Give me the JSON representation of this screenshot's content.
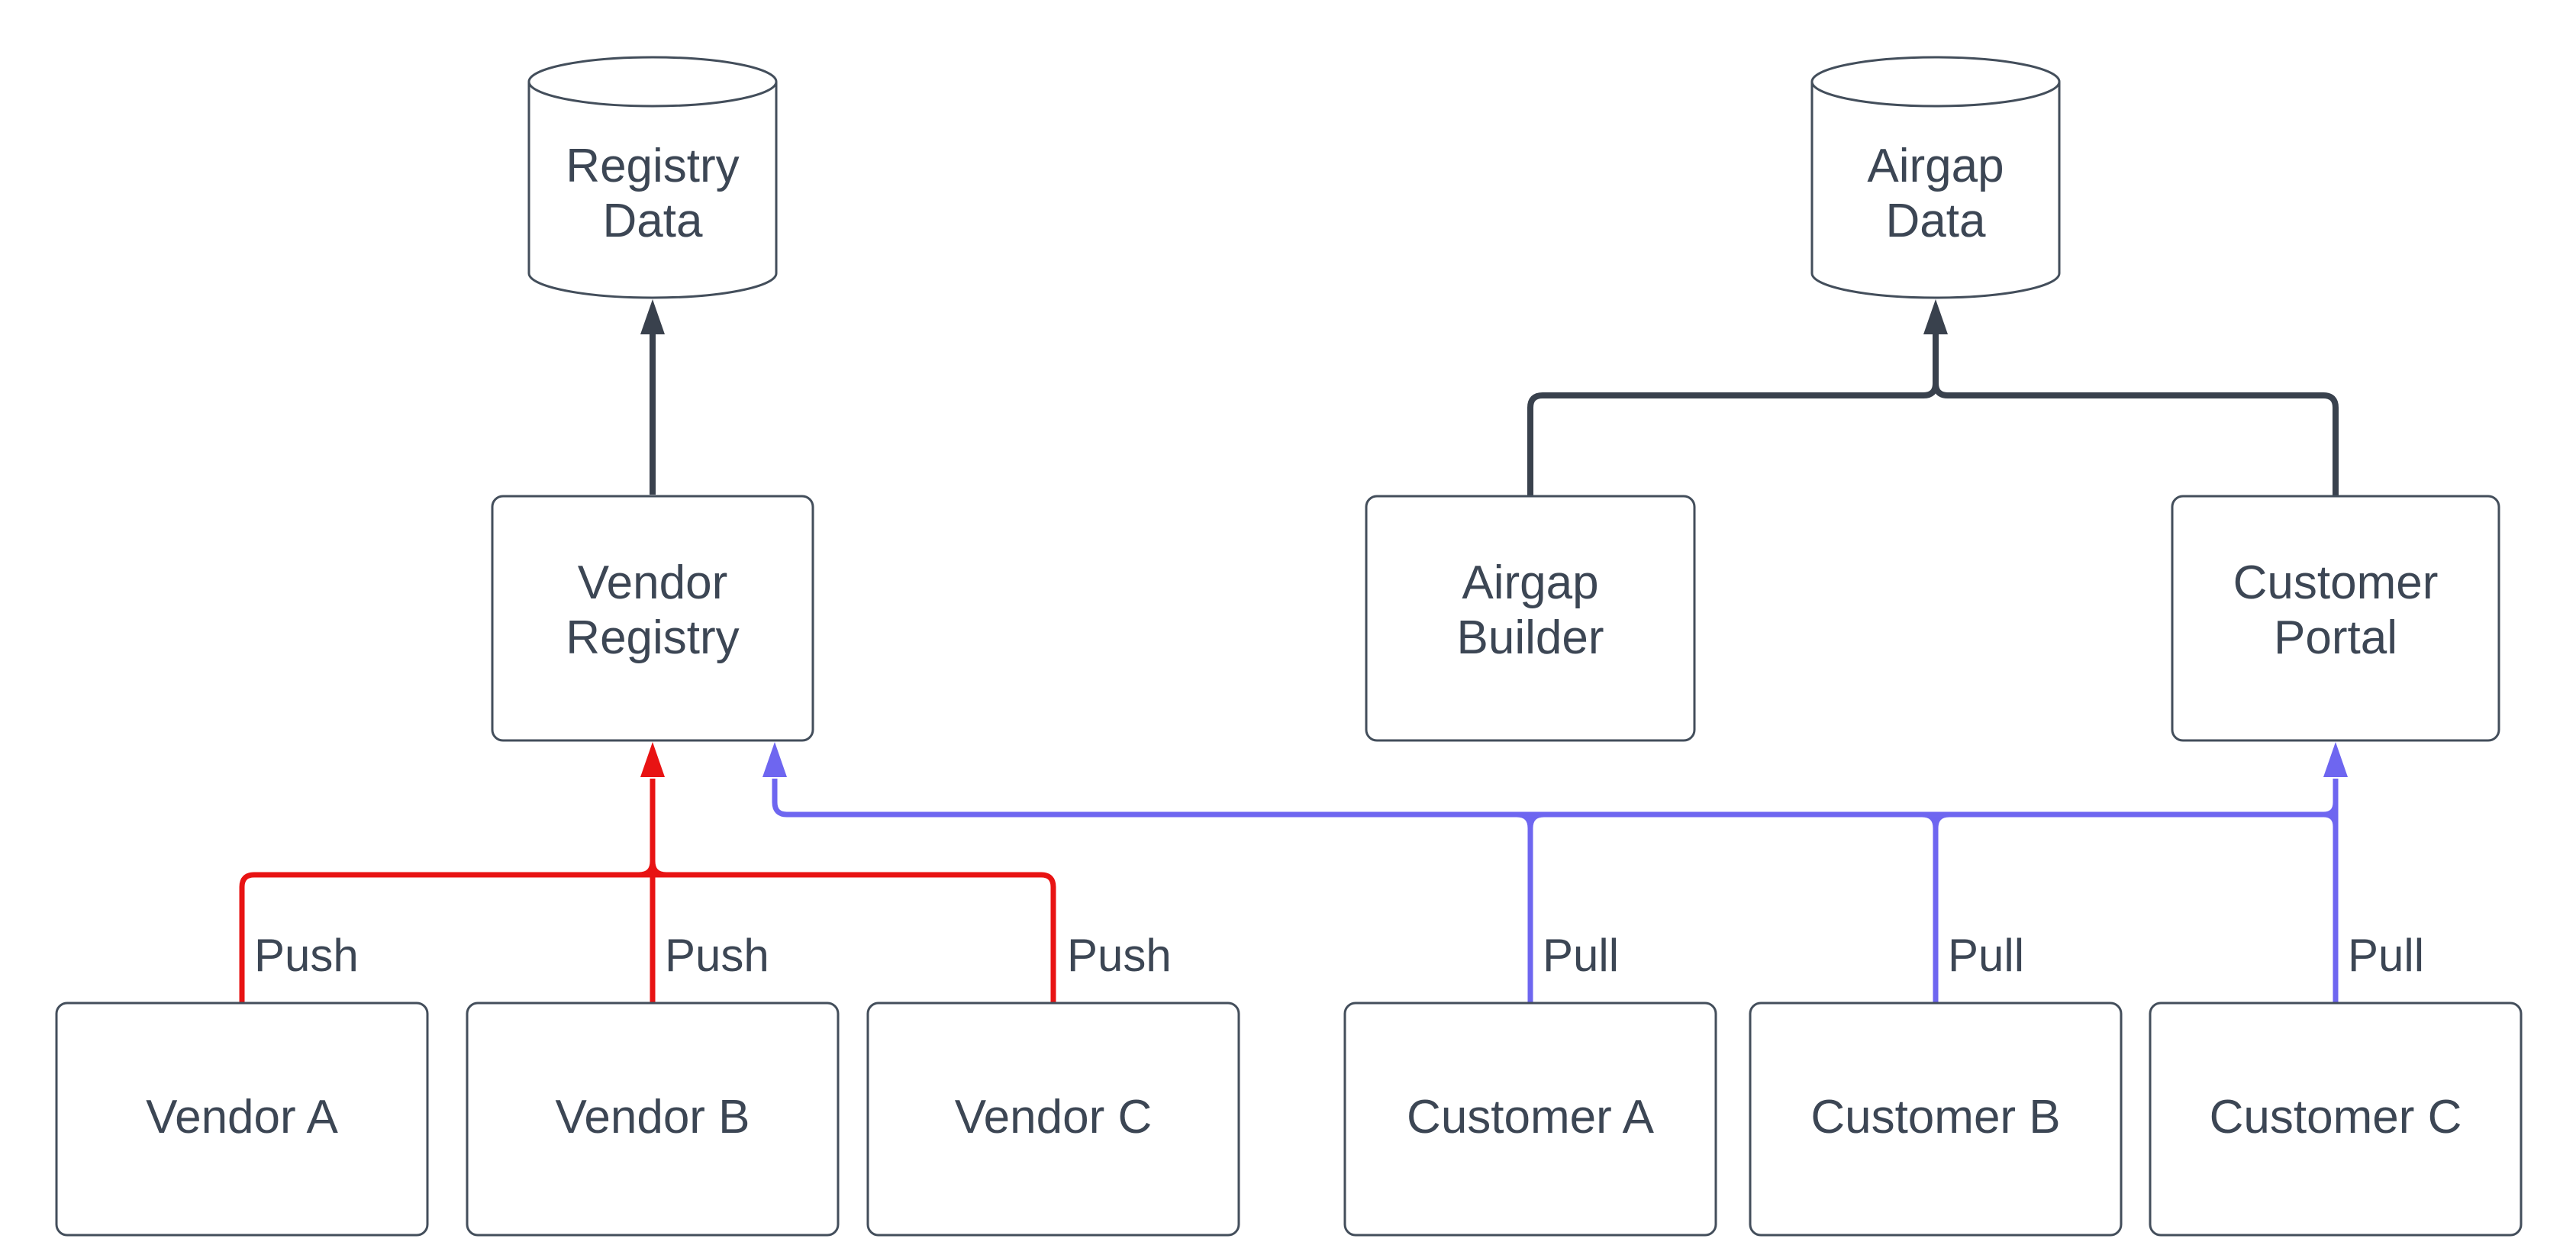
{
  "diagram": {
    "type": "flowchart",
    "background": "#ffffff",
    "colors": {
      "text": "#3c4654",
      "node_border": "#434e5b",
      "dark_edge": "#39414d",
      "push_edge": "#e81313",
      "pull_edge": "#6e66f0",
      "background": "#ffffff"
    },
    "datastores": [
      {
        "id": "registry-data",
        "label": "Registry Data",
        "lines": [
          "Registry",
          "Data"
        ]
      },
      {
        "id": "airgap-data",
        "label": "Airgap Data",
        "lines": [
          "Airgap",
          "Data"
        ]
      }
    ],
    "services": [
      {
        "id": "vendor-registry",
        "label": "Vendor Registry",
        "lines": [
          "Vendor",
          "Registry"
        ]
      },
      {
        "id": "airgap-builder",
        "label": "Airgap Builder",
        "lines": [
          "Airgap",
          "Builder"
        ]
      },
      {
        "id": "customer-portal",
        "label": "Customer Portal",
        "lines": [
          "Customer",
          "Portal"
        ]
      }
    ],
    "actors": [
      {
        "id": "vendor-a",
        "label": "Vendor A"
      },
      {
        "id": "vendor-b",
        "label": "Vendor B"
      },
      {
        "id": "vendor-c",
        "label": "Vendor C"
      },
      {
        "id": "customer-a",
        "label": "Customer A"
      },
      {
        "id": "customer-b",
        "label": "Customer B"
      },
      {
        "id": "customer-c",
        "label": "Customer C"
      }
    ],
    "edges": [
      {
        "from": "Vendor Registry",
        "to": "Registry Data",
        "label": "",
        "style": "dark"
      },
      {
        "from": "Airgap Builder",
        "to": "Airgap Data",
        "label": "",
        "style": "dark"
      },
      {
        "from": "Customer Portal",
        "to": "Airgap Data",
        "label": "",
        "style": "dark"
      },
      {
        "from": "Vendor A",
        "to": "Vendor Registry",
        "label": "Push",
        "style": "push"
      },
      {
        "from": "Vendor B",
        "to": "Vendor Registry",
        "label": "Push",
        "style": "push"
      },
      {
        "from": "Vendor C",
        "to": "Vendor Registry",
        "label": "Push",
        "style": "push"
      },
      {
        "from": "Customer A",
        "to": "Vendor Registry",
        "label": "Pull",
        "style": "pull"
      },
      {
        "from": "Customer B",
        "to": "Vendor Registry",
        "label": "Pull",
        "style": "pull"
      },
      {
        "from": "Customer C",
        "to": "Vendor Registry",
        "label": "Pull",
        "style": "pull"
      },
      {
        "from": "Customer C",
        "to": "Customer Portal",
        "label": "Pull",
        "style": "pull"
      }
    ]
  }
}
